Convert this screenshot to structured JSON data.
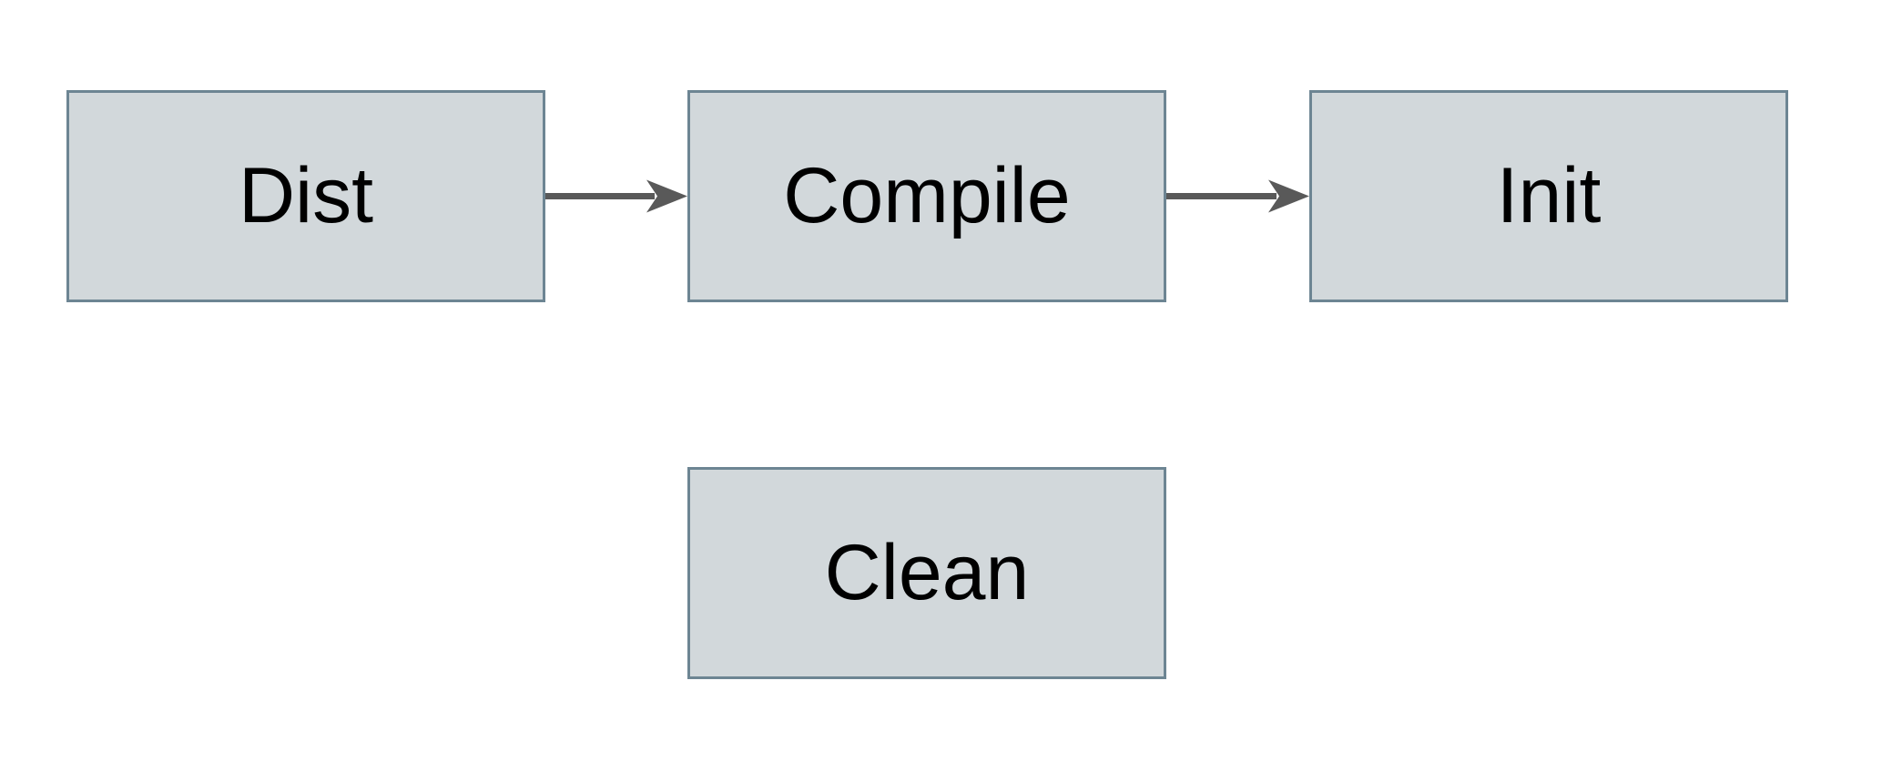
{
  "theme": {
    "canvas-bg": "#ffffff",
    "node-fill": "#d2d8db",
    "node-border": "#6d8593",
    "arrow-color": "#595959",
    "text-color": "#000000"
  },
  "diagram": {
    "type": "flowchart",
    "nodes": [
      {
        "id": "dist",
        "label": "Dist",
        "shape": "rectangle"
      },
      {
        "id": "compile",
        "label": "Compile",
        "shape": "rectangle"
      },
      {
        "id": "init",
        "label": "Init",
        "shape": "rectangle"
      },
      {
        "id": "clean",
        "label": "Clean",
        "shape": "rectangle"
      }
    ],
    "edges": [
      {
        "from": "Dist",
        "to": "Compile",
        "style": "solid-arrow",
        "direction": "right"
      },
      {
        "from": "Compile",
        "to": "Init",
        "style": "solid-arrow",
        "direction": "right"
      }
    ]
  }
}
